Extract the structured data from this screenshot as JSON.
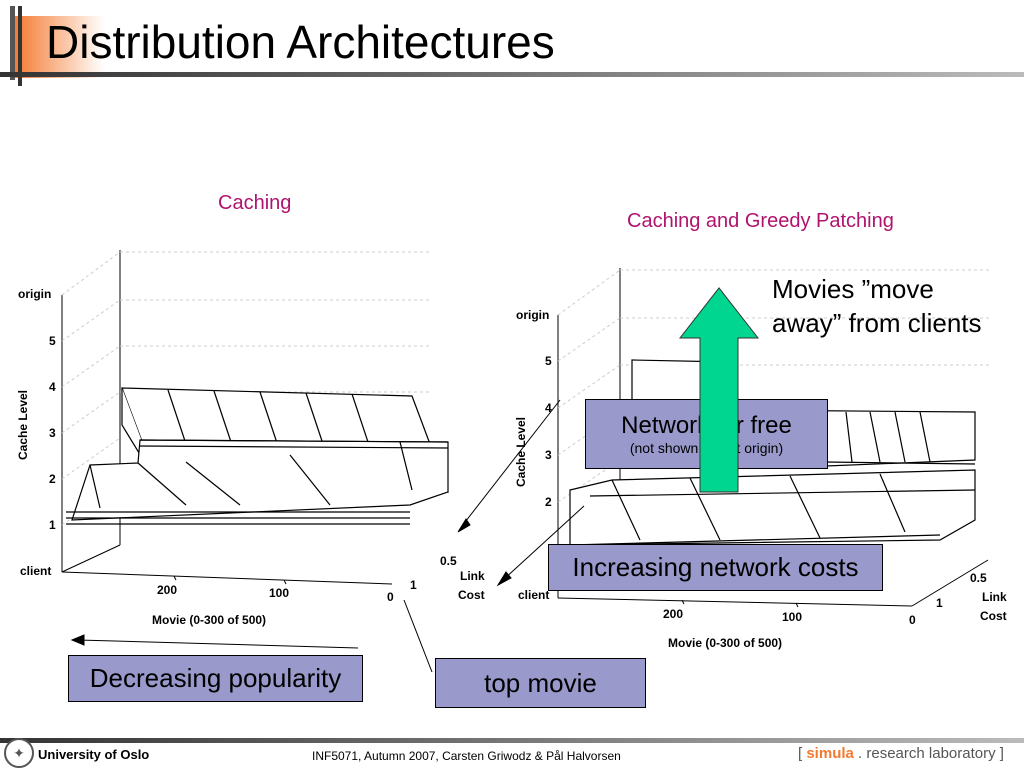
{
  "slide": {
    "title": "Distribution Architectures"
  },
  "left_chart": {
    "subtitle": "Caching",
    "y_ticks": [
      "origin",
      "5",
      "4",
      "3",
      "2",
      "1",
      "client"
    ],
    "y_label": "Cache Level",
    "x_ticks": [
      "200",
      "100",
      "0"
    ],
    "x_label": "Movie (0-300 of 500)",
    "z_ticks": [
      "0.5",
      "1"
    ],
    "z_label_line1": "Link",
    "z_label_line2": "Cost"
  },
  "right_chart": {
    "subtitle": "Caching and Greedy Patching",
    "y_ticks": [
      "origin",
      "5",
      "4",
      "3",
      "2"
    ],
    "y_label": "Cache Level",
    "x_ticks": [
      "client",
      "200",
      "100",
      "0"
    ],
    "x_label": "Movie (0-300 of 500)",
    "z_ticks": [
      "0.5",
      "1"
    ],
    "z_label_line1": "Link",
    "z_label_line2": "Cost"
  },
  "callouts": {
    "move_away_line1": "Movies ”move",
    "move_away_line2": "away” from clients",
    "network_free": "Network for free",
    "network_free_note": "(not shown - all at origin)",
    "increasing_costs": "Increasing network costs",
    "decreasing_popularity": "Decreasing popularity",
    "top_movie": "top movie"
  },
  "footer": {
    "university": "University of Oslo",
    "course": "INF5071,  Autumn 2007,  Carsten Griwodz & Pål Halvorsen",
    "lab_open": "[",
    "lab_simula": "simula",
    "lab_rest": ". research laboratory",
    "lab_close": "]"
  },
  "colors": {
    "accent_orange": "#f47a30",
    "subtitle_magenta": "#b0136e",
    "box_fill": "#9999cc",
    "arrow_green": "#00d68f"
  }
}
